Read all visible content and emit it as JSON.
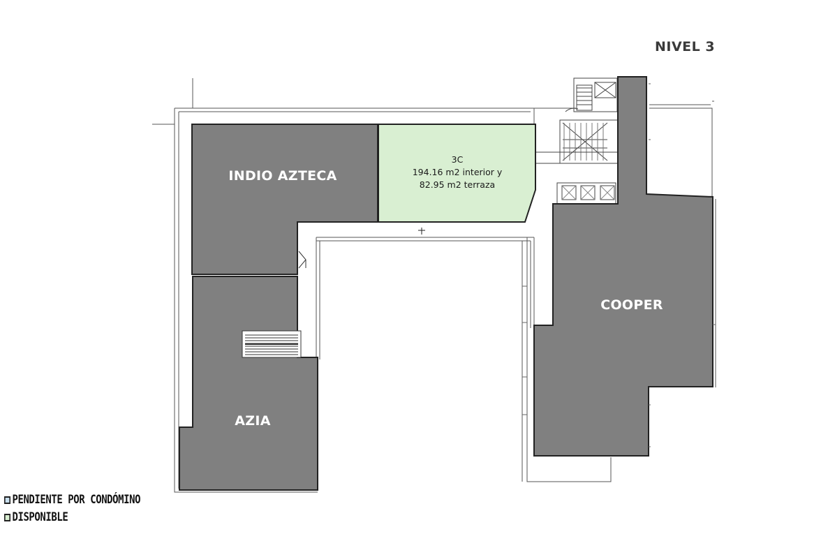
{
  "title": "NIVEL 3",
  "units": {
    "indio_azteca": {
      "label": "INDIO AZTECA",
      "status": "pending",
      "color": "#808080"
    },
    "azia": {
      "label": "AZIA",
      "status": "pending",
      "color": "#808080"
    },
    "cooper": {
      "label": "COOPER",
      "status": "pending",
      "color": "#808080"
    },
    "unit_3c": {
      "line1": "3C",
      "line2": "194.16 m2 interior y",
      "line3": "82.95 m2 terraza",
      "status": "available",
      "color": "#d9efd2"
    }
  },
  "legend": {
    "pending_label": "PENDIENTE POR CONDÓMINO",
    "pending_color": "#c9e0ef",
    "available_label": "DISPONIBLE",
    "available_color": "#d9efd2"
  }
}
